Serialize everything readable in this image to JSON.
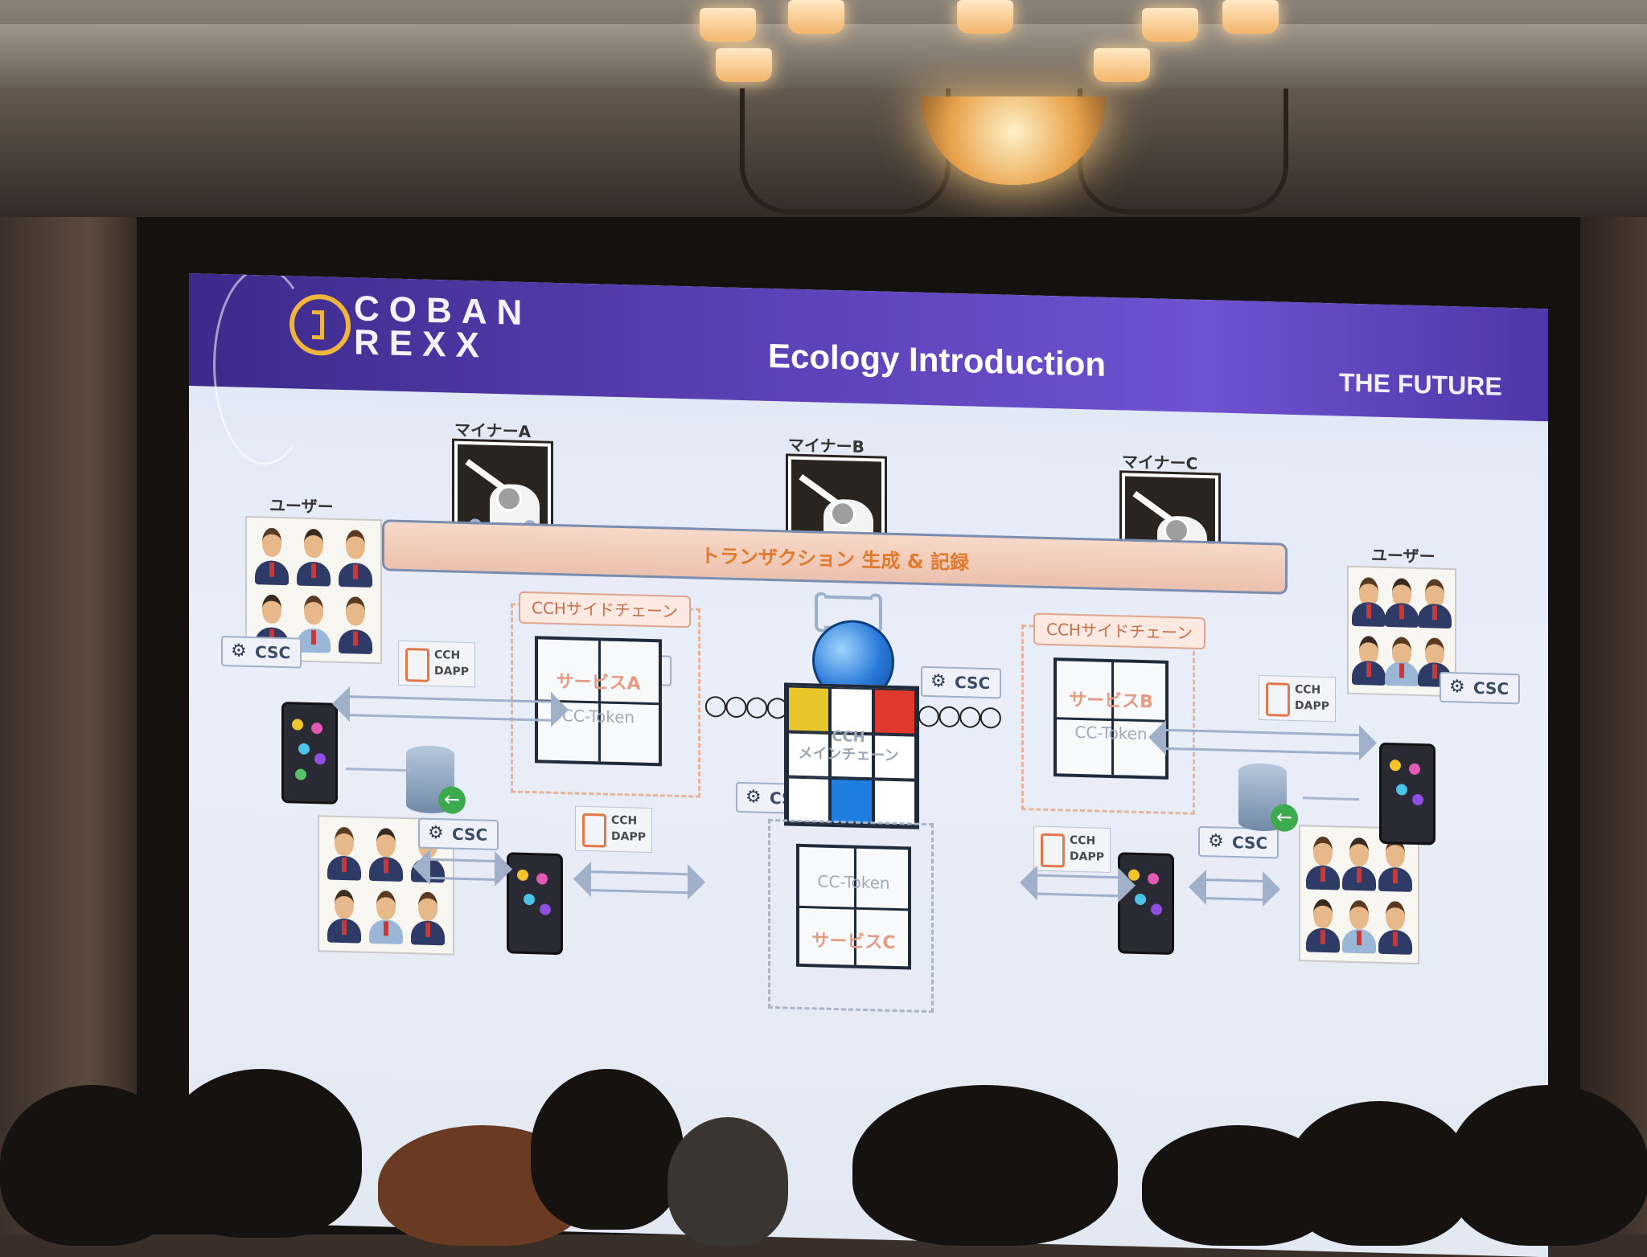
{
  "slide": {
    "logo_line1": "COBAN",
    "logo_line2": "REXX",
    "title": "Ecology Introduction",
    "tag": "THE FUTURE"
  },
  "miners": [
    {
      "label": "マイナーA"
    },
    {
      "label": "マイナーB"
    },
    {
      "label": "マイナーC"
    }
  ],
  "users_label": "ユーザー",
  "transaction_bar": "トランザクション 生成 & 記録",
  "sidechain_label": "CCHサイドチェーン",
  "service_a": "サービスA",
  "service_b": "サービスB",
  "service_c": "サービスC",
  "cc_token": "CC-Token",
  "main_chain": {
    "line1": "CCH",
    "line2": "メインチェーン"
  },
  "csc_label": "CSC",
  "dapp": {
    "line1": "CCH",
    "line2": "DAPP"
  },
  "colors": {
    "header_start": "#3b2a8a",
    "header_end": "#6f52d0",
    "logo_accent": "#f0b53c",
    "tx_text": "#e07a2e",
    "main_yellow": "#e6c62a",
    "main_red": "#e03a2e",
    "main_blue": "#1f7fe0"
  }
}
